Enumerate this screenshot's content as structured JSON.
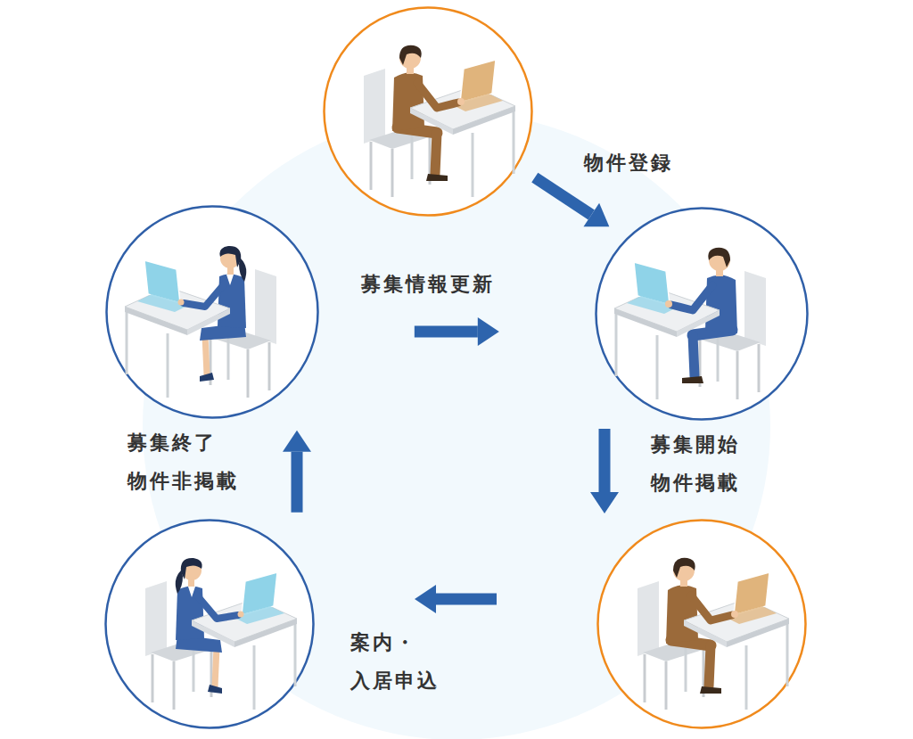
{
  "diagram": {
    "nodes": [
      {
        "text": []
      },
      {
        "text": []
      },
      {
        "text": []
      },
      {
        "text": []
      },
      {
        "text": []
      }
    ],
    "edges": [
      {
        "from": 0,
        "to": 1,
        "arrow": "to",
        "label": "物件登録"
      },
      {
        "from": 1,
        "to": 2,
        "arrow": "to",
        "label": "募集開始 物件掲載"
      },
      {
        "from": 2,
        "to": 3,
        "arrow": "to",
        "label": "案内・入居申込"
      },
      {
        "from": 3,
        "to": 4,
        "arrow": "to",
        "label": "募集終了 物件非掲載"
      },
      {
        "from": 4,
        "to": 1,
        "arrow": "to",
        "label": "募集情報更新"
      }
    ]
  }
}
